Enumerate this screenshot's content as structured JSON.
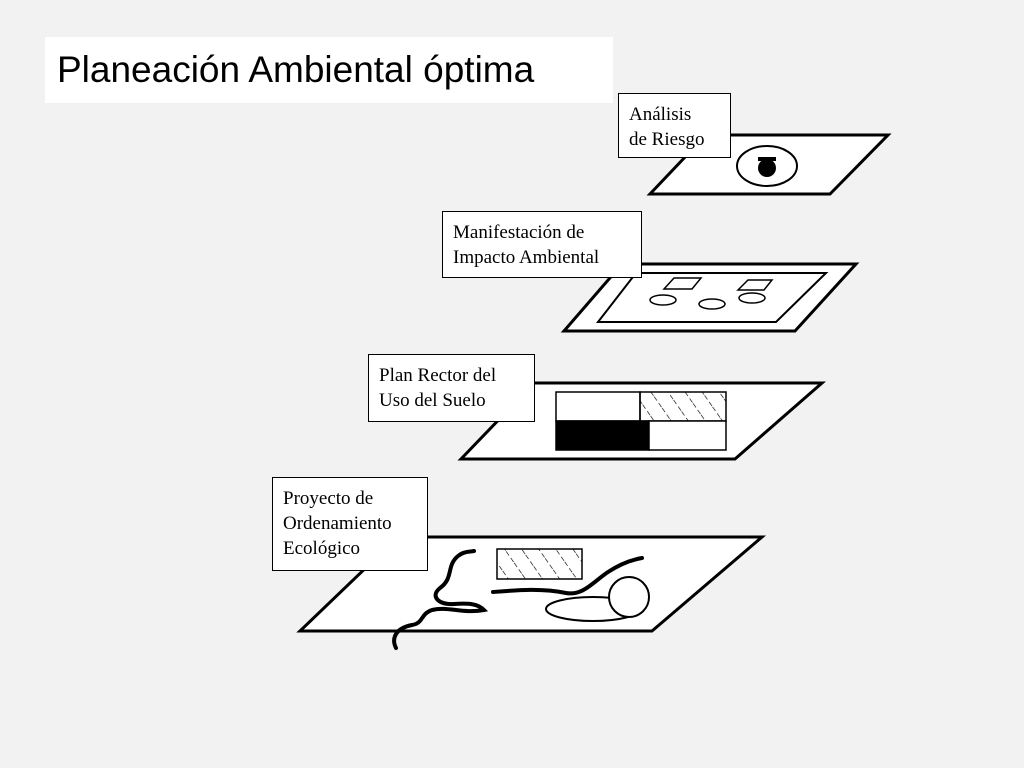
{
  "slide": {
    "title": "Planeación Ambiental óptima",
    "background": "#f2f2f2",
    "title_background": "#ffffff"
  },
  "diagram": {
    "stroke_color": "#000000",
    "fill_color": "#ffffff",
    "layers": [
      {
        "id": "analisis",
        "label_lines": [
          "Análisis",
          "de Riesgo"
        ]
      },
      {
        "id": "manifestacion",
        "label_lines": [
          "Manifestación de",
          "Impacto Ambiental"
        ]
      },
      {
        "id": "plan-rector",
        "label_lines": [
          "Plan Rector del",
          "Uso del Suelo"
        ]
      },
      {
        "id": "proyecto",
        "label_lines": [
          "Proyecto de",
          "Ordenamiento",
          "Ecológico"
        ]
      }
    ]
  }
}
